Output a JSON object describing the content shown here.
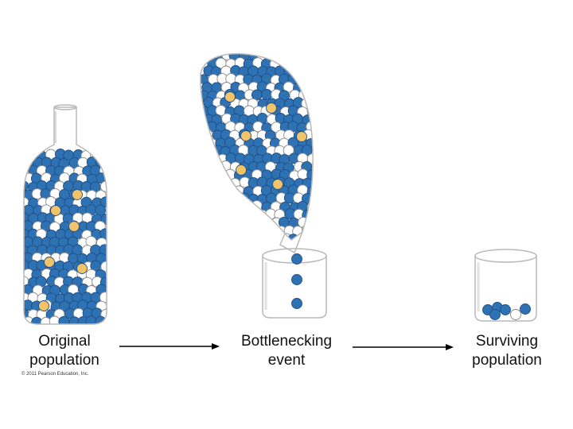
{
  "stages": [
    {
      "line1": "Original",
      "line2": "population"
    },
    {
      "line1": "Bottlenecking",
      "line2": "event"
    },
    {
      "line1": "Surviving",
      "line2": "population"
    }
  ],
  "copyright": "© 2011 Pearson Education, Inc.",
  "colors": {
    "blue": "#2f72b4",
    "white": "#ffffff",
    "yellow": "#f2c46a",
    "outline": "#1d4f86",
    "glass": "#b9b9b9",
    "arrow": "#000000"
  },
  "icons": [
    "bottle-icon",
    "tilted-bottle-icon",
    "cup-icon",
    "cup-icon",
    "arrow-icon"
  ]
}
